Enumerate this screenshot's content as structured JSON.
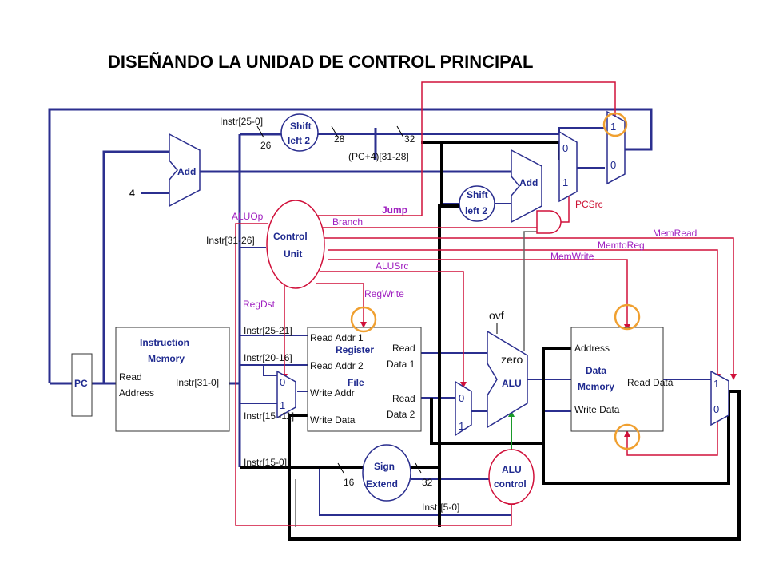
{
  "title": "DISEÑANDO LA UNIDAD DE CONTROL PRINCIPAL",
  "blocks": {
    "pc": "PC",
    "instr_mem_title1": "Instruction",
    "instr_mem_title2": "Memory",
    "instr_mem_read": "Read",
    "instr_mem_address": "Address",
    "instr_mem_out": "Instr[31-0]",
    "control_unit1": "Control",
    "control_unit2": "Unit",
    "add": "Add",
    "add2": "Add",
    "shift1_a": "Shift",
    "shift1_b": "left 2",
    "shift2_a": "Shift",
    "shift2_b": "left 2",
    "reg_title": "Register",
    "reg_file": "File",
    "reg_read_addr1": "Read Addr 1",
    "reg_read_addr2": "Read Addr 2",
    "reg_write_addr": "Write Addr",
    "reg_write_data": "Write Data",
    "reg_read": "Read",
    "reg_data1": "Data 1",
    "reg_read2": "Read",
    "reg_data2": "Data 2",
    "sign1": "Sign",
    "sign2": "Extend",
    "alu": "ALU",
    "zero": "zero",
    "ovf": "ovf",
    "alu_control1": "ALU",
    "alu_control2": "control",
    "data_mem1": "Data",
    "data_mem2": "Memory",
    "dm_address": "Address",
    "dm_write_data": "Write Data",
    "dm_read_data": "Read Data"
  },
  "wire_labels": {
    "instr_25_0": "Instr[25-0]",
    "n26": "26",
    "n28": "28",
    "n32": "32",
    "pc4": "(PC+4)[31-28]",
    "four": "4",
    "instr_31_26": "Instr[31-26]",
    "instr_25_21": "Instr[25-21]",
    "instr_20_16": "Instr[20-16]",
    "instr_15_11": "Instr[15 -11]",
    "instr_15_0": "Instr[15-0]",
    "n16": "16",
    "n32b": "32",
    "instr_5_0": "Instr[5-0]"
  },
  "control_signals": {
    "jump": "Jump",
    "branch": "Branch",
    "aluop": "ALUOp",
    "alusrc": "ALUSrc",
    "regwrite": "RegWrite",
    "regdst": "RegDst",
    "pcsrc": "PCSrc",
    "memread": "MemRead",
    "memtoreg": "MemtoReg",
    "memwrite": "MemWrite"
  },
  "mux_labels": {
    "m_pc_top_0": "0",
    "m_pc_top_1": "1",
    "m_jump_1": "1",
    "m_jump_0": "0",
    "m_reg_0": "0",
    "m_reg_1": "1",
    "m_alu_0": "0",
    "m_alu_1": "1",
    "m_wb_1": "1",
    "m_wb_0": "0"
  },
  "colors": {
    "datapath": "#2b2f8f",
    "control": "#d0103a",
    "highlight": "#f0a030",
    "alu_control_line": "#1a9a2a"
  }
}
